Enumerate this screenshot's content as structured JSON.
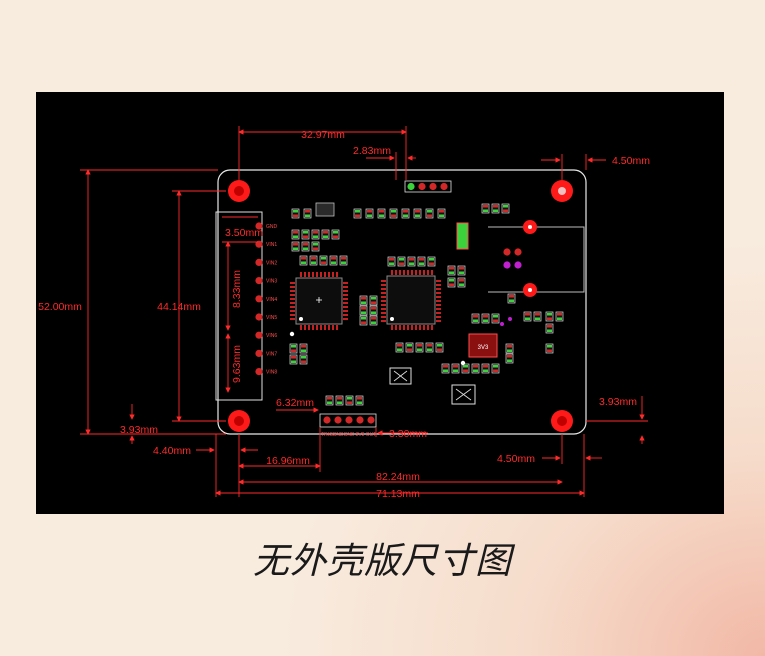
{
  "caption": "无外壳版尺寸图",
  "colors": {
    "background": "#f8ecdf",
    "drawing_background": "#000000",
    "dimension_line": "#ff2a2a",
    "board_outline": "#e8e8e8",
    "mount_hole": "#ff1a1a",
    "component_green": "#3cd23c",
    "pad_red": "#d22828",
    "accent_purple": "#c020d0"
  },
  "dimensions": {
    "top_span": "32.97mm",
    "header_offset": "2.83mm",
    "right_top_offset": "4.50mm",
    "height_total": "52.00mm",
    "height_inner": "44.14mm",
    "pin_pitch_top": "3.50mm",
    "pin_span_a": "8.33mm",
    "pin_span_b": "9.63mm",
    "hole_offset_left": "3.93mm",
    "hole_offset_right": "3.93mm",
    "bottom_left_offset": "4.40mm",
    "connector_offset": "6.32mm",
    "connector_width": "3.30mm",
    "connector_span": "16.96mm",
    "bottom_right_offset": "4.50mm",
    "hole_span": "82.24mm",
    "board_width": "71.13mm"
  },
  "pin_labels": [
    "GND",
    "VIN1",
    "VIN2",
    "VIN3",
    "VIN4",
    "VIN5",
    "VIN6",
    "VIN7",
    "VIN8"
  ],
  "bottom_pin_labels": [
    "TRIG",
    "GND",
    "GND",
    "3V3",
    "OUT"
  ],
  "chip_label": "3V3"
}
